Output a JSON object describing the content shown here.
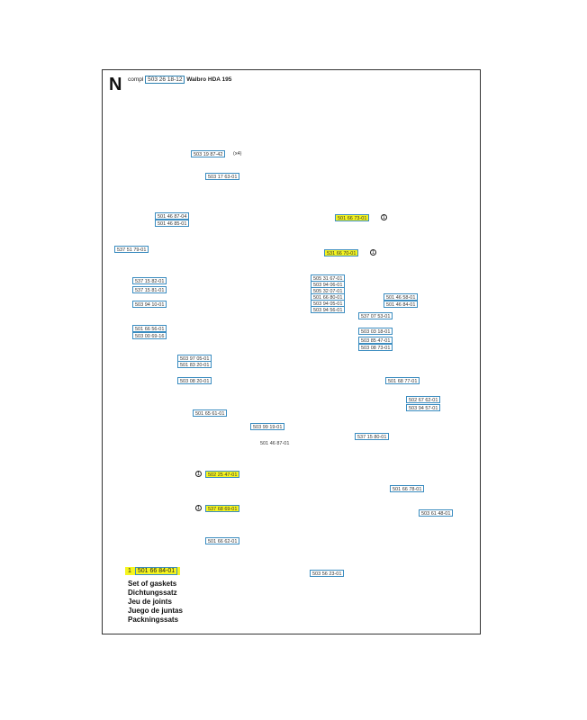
{
  "section_letter": "N",
  "header": {
    "prefix": "compl",
    "part": "503 26 18-12",
    "model": "Walbro HDA 195"
  },
  "parts": [
    {
      "code": "503 19 87-42",
      "highlight": false,
      "suffix": "(x4)"
    },
    {
      "code": "503 17 63-01",
      "highlight": false
    },
    {
      "code": "501 66 73-01",
      "highlight": true,
      "marker": "1"
    },
    {
      "code": "531 66 70-01",
      "highlight": true,
      "marker": "1"
    },
    {
      "code": "501 46 87-04",
      "highlight": false
    },
    {
      "code": "501 46 85-01",
      "highlight": false
    },
    {
      "code": "537 51 79-01",
      "highlight": false
    },
    {
      "code": "537 15 82-01",
      "highlight": false
    },
    {
      "code": "537 15 81-01",
      "highlight": false
    },
    {
      "code": "503 94 10-01",
      "highlight": false
    },
    {
      "code": "501 66 56-01",
      "highlight": false
    },
    {
      "code": "503 00 69-16",
      "highlight": false
    },
    {
      "code": "503 97 05-01",
      "highlight": false
    },
    {
      "code": "501 83 20-01",
      "highlight": false
    },
    {
      "code": "503 08 20-01",
      "highlight": false
    },
    {
      "code": "501 65 61-01",
      "highlight": false
    },
    {
      "code": "503 99 19-01",
      "highlight": false
    },
    {
      "code": "505 31 67-01",
      "highlight": false
    },
    {
      "code": "503 94 06-01",
      "highlight": false
    },
    {
      "code": "505 32 07-01",
      "highlight": false
    },
    {
      "code": "501 66 80-01",
      "highlight": false
    },
    {
      "code": "503 94 05-01",
      "highlight": false
    },
    {
      "code": "503 94 56-01",
      "highlight": false
    },
    {
      "code": "501 46 58-01",
      "highlight": false
    },
    {
      "code": "501 46 84-01",
      "highlight": false
    },
    {
      "code": "537 07 53-01",
      "highlight": false
    },
    {
      "code": "503 03 18-01",
      "highlight": false
    },
    {
      "code": "503 85 47-01",
      "highlight": false
    },
    {
      "code": "503 08 73-01",
      "highlight": false
    },
    {
      "code": "501 68 77-01",
      "highlight": false
    },
    {
      "code": "502 67 62-01",
      "highlight": false
    },
    {
      "code": "503 94 57-01",
      "highlight": false
    },
    {
      "code": "537 15 80-01",
      "highlight": false
    },
    {
      "code": "502 25 47-01",
      "highlight": true,
      "marker": "1",
      "marker_left": true
    },
    {
      "code": "537 68 69-01",
      "highlight": true,
      "marker": "1",
      "marker_left": true
    },
    {
      "code": "501 66 78-01",
      "highlight": false
    },
    {
      "code": "503 61 48-01",
      "highlight": false
    },
    {
      "code": "501 66 62-01",
      "highlight": false
    },
    {
      "code": "503 56 23-01",
      "highlight": false
    }
  ],
  "plain_label": "501 46 87-01",
  "legend": {
    "marker": "1",
    "code": "501 66 84-01",
    "lines": [
      "Set of gaskets",
      "Dichtungssatz",
      "Jeu de joints",
      "Juego de juntas",
      "Packningssats"
    ]
  }
}
